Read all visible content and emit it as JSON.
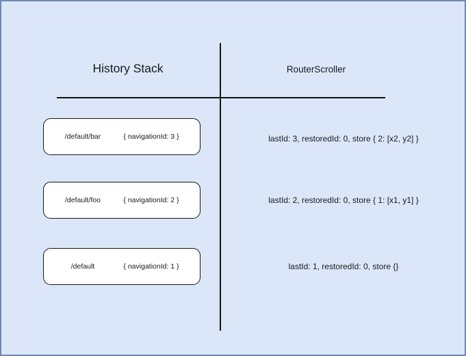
{
  "diagram": {
    "title": "History Stack and RouterScroller state diagram",
    "background_color": "#dbe6f8",
    "border_color": "#6c86b5",
    "line_color": "#111111",
    "box_fill_color": "#ffffff",
    "text_color": "#16191d"
  },
  "columns": {
    "left_heading": "History Stack",
    "right_heading": "RouterScroller"
  },
  "history_stack": [
    {
      "route": "/default/bar",
      "meta": "{ navigationId: 3 }"
    },
    {
      "route": "/default/foo",
      "meta": "{ navigationId: 2 }"
    },
    {
      "route": "/default",
      "meta": "{ navigationId: 1 }"
    }
  ],
  "router_scroller": [
    {
      "state": "lastId: 3, restoredId: 0, store { 2: [x2, y2] }"
    },
    {
      "state": "lastId: 2, restoredId: 0, store { 1: [x1, y1] }"
    },
    {
      "state": "lastId: 1, restoredId: 0, store {}"
    }
  ]
}
